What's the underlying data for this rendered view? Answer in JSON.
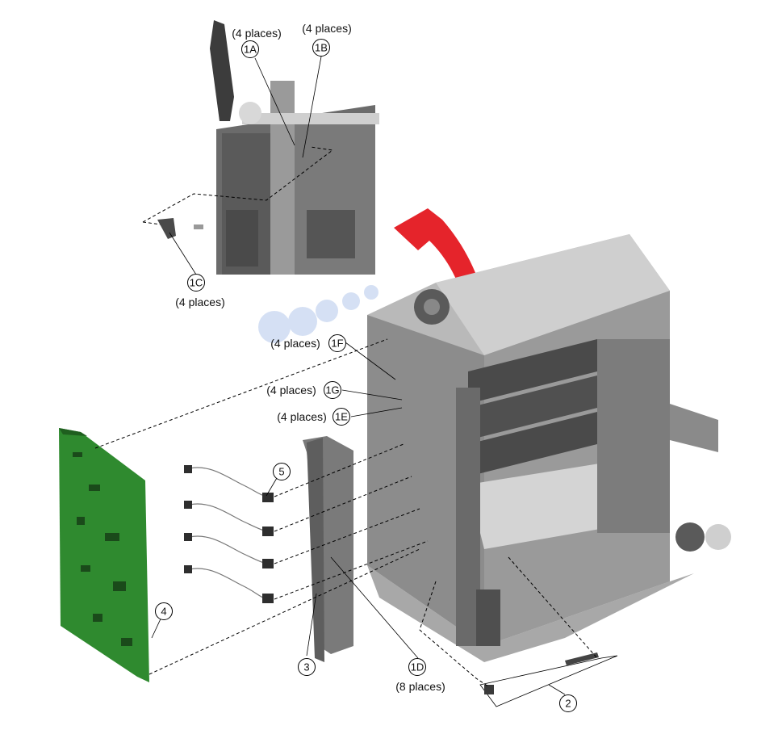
{
  "colors": {
    "board_green": "#2f8a2f",
    "frame_gray": "#8a8a8a",
    "arrow_red": "#e5242b"
  },
  "labels": {
    "1A": "1A",
    "1B": "1B",
    "1C": "1C",
    "1D": "1D",
    "1E": "1E",
    "1F": "1F",
    "1G": "1G",
    "n2": "2",
    "n3": "3",
    "n4": "4",
    "n5": "5"
  },
  "notes": {
    "four_places": "(4 places)",
    "eight_places": "(8 places)"
  }
}
